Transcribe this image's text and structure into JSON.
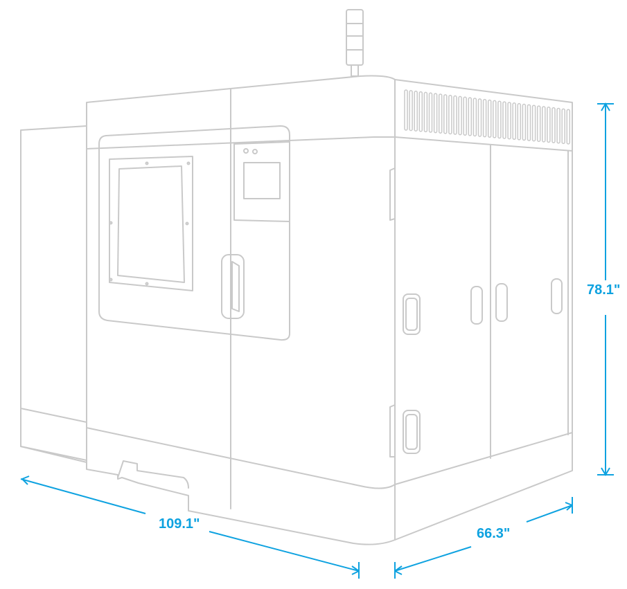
{
  "dimensions": {
    "width": "109.1\"",
    "depth": "66.3\"",
    "height": "78.1\""
  },
  "colors": {
    "dimension": "#0ea2e0",
    "outline": "#c9c9c9"
  }
}
